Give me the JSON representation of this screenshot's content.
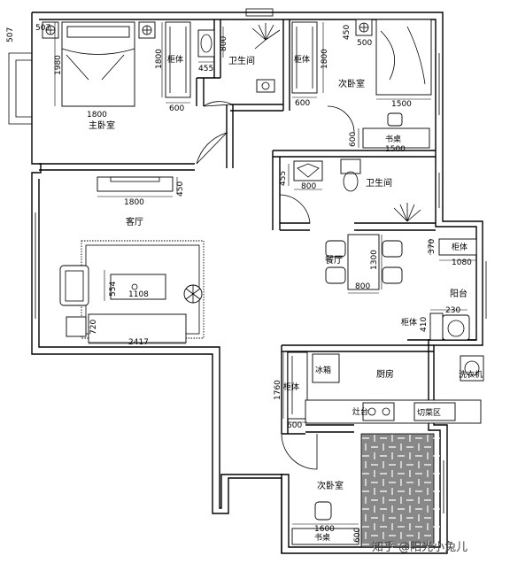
{
  "rooms": {
    "master_bedroom": "主卧室",
    "bathroom_1": "卫生间",
    "second_bedroom_top": "次卧室",
    "bathroom_2": "卫生间",
    "living_room": "客厅",
    "dining_room": "餐厅",
    "balcony": "阳台",
    "kitchen": "厨房",
    "second_bedroom_bottom": "次卧室"
  },
  "furniture": {
    "wardrobe_1": "柜体",
    "wardrobe_2": "柜体",
    "wardrobe_3": "柜体",
    "cabinet_balcony": "柜体",
    "cabinet_stack": "柜体",
    "desk_top": "书桌",
    "desk_bottom": "书桌",
    "fridge": "冰箱",
    "stove": "灶台",
    "prep_area": "切菜区",
    "washer": "洗衣机"
  },
  "dims": {
    "d507a": "507",
    "d507b": "507",
    "d1980": "1980",
    "d1800_bed": "1800",
    "d1800_w1": "1800",
    "d600_w1": "600",
    "d800_bath": "800",
    "d455_bath": "455",
    "d1800_w2": "1800",
    "d600_w2": "600",
    "d450_top": "450",
    "d500_top": "500",
    "d1500_bed": "1500",
    "d600_desk": "600",
    "d1500_desk": "1500",
    "d1800_tv": "1800",
    "d450_tv": "450",
    "d455_b2": "455",
    "d800_b2": "800",
    "d554": "554",
    "d1108": "1108",
    "d720": "720",
    "d2417": "2417",
    "d1300": "1300",
    "d800_din": "800",
    "d370": "370",
    "d1080": "1080",
    "d230": "230",
    "d410": "410",
    "d1760": "1760",
    "d600_k": "600",
    "d1600": "1600",
    "d600_bot": "600"
  },
  "watermark": "知乎 @阳光小兔儿"
}
